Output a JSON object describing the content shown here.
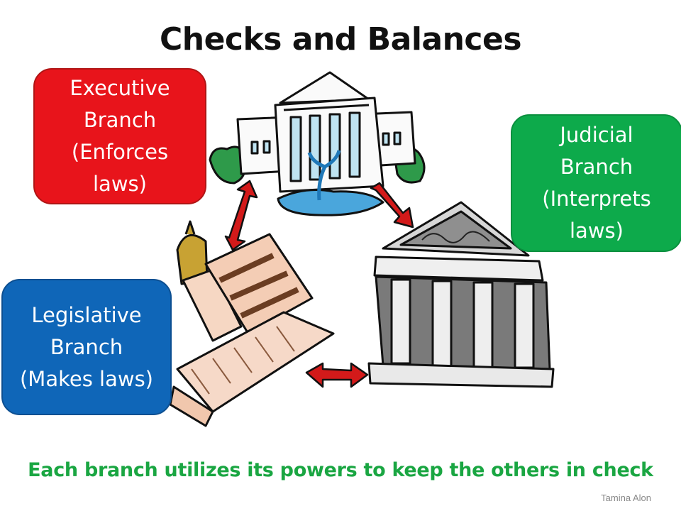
{
  "slide": {
    "title": "Checks and Balances",
    "branches": {
      "executive": {
        "text": "Executive\nBranch\n(Enforces\nlaws)",
        "color": "#e8141b"
      },
      "judicial": {
        "text": "Judicial\nBranch\n(Interprets\nlaws)",
        "color": "#0daa4b"
      },
      "legislative": {
        "text": "Legislative\nBranch\n(Makes laws)",
        "color": "#0f66b8"
      }
    },
    "tagline": "Each branch utilizes its powers to keep the others in check",
    "tagline_color": "#1aa642",
    "author": "Tamina Alon",
    "arrow_color": "#d31a1a",
    "icons": [
      "white-house-icon",
      "supreme-court-icon",
      "capitol-dome-icon"
    ]
  }
}
